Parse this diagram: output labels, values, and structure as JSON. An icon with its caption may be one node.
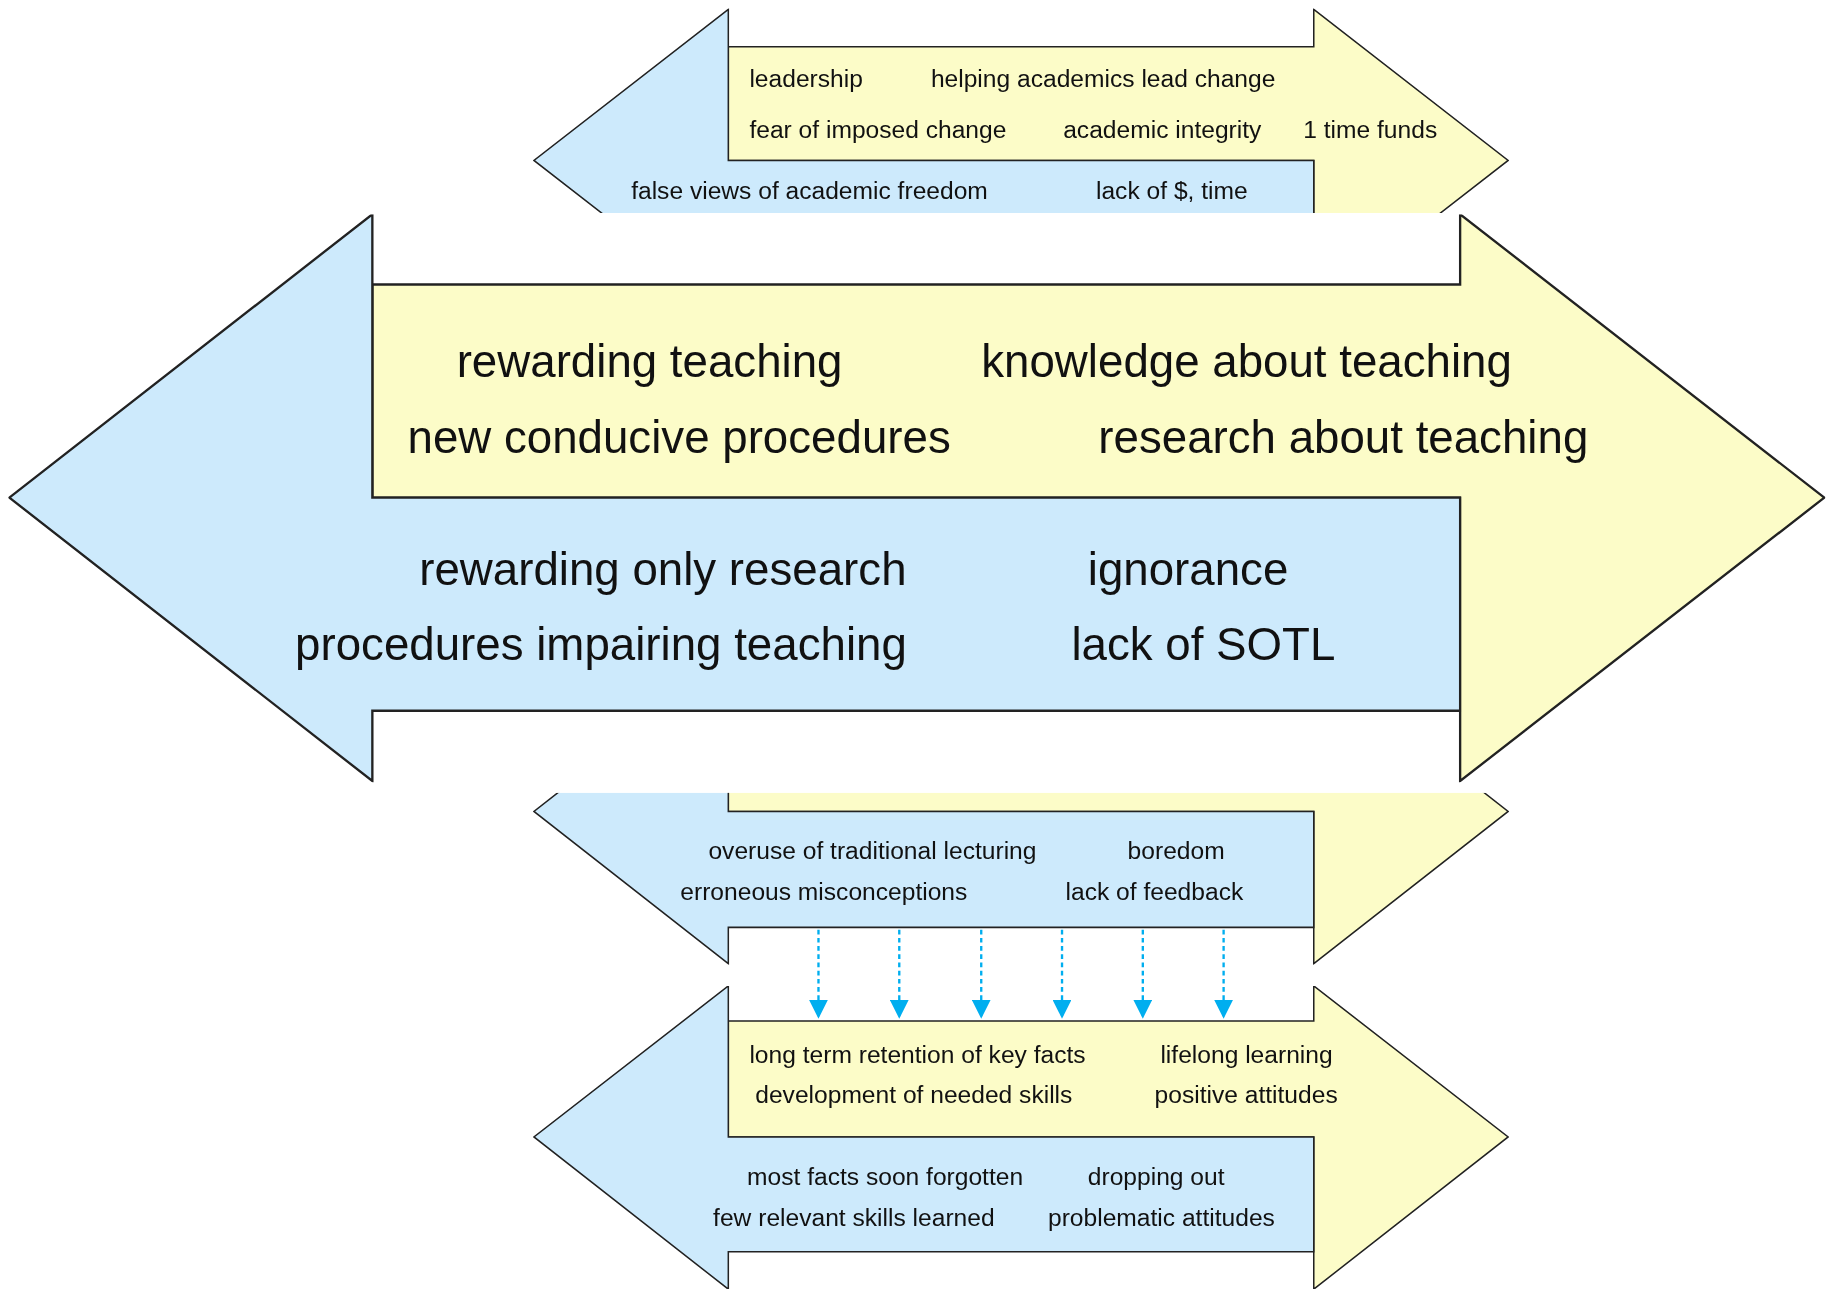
{
  "diagram": {
    "nodes": [
      {
        "text": [
          "leadership",
          "helping academics lead change",
          "fear of imposed change",
          "academic integrity",
          "1 time funds"
        ]
      },
      {
        "text": [
          "false views of academic freedom",
          "lack of $, time"
        ]
      },
      {
        "text": [
          "rewarding teaching",
          "knowledge about teaching",
          "new conducive procedures",
          "research about teaching"
        ]
      },
      {
        "text": [
          "rewarding only research",
          "ignorance",
          "procedures impairing teaching",
          "lack of SOTL"
        ]
      },
      {
        "text": [],
        "shape": "arrow"
      },
      {
        "text": [
          "overuse of traditional lecturing",
          "boredom",
          "erroneous misconceptions",
          "lack of feedback"
        ]
      },
      {
        "text": [
          "long term retention of key facts",
          "lifelong learning",
          "development of needed skills",
          "positive attitudes"
        ]
      },
      {
        "text": [
          "most facts soon forgotten",
          "dropping out",
          "few relevant skills learned",
          "problematic attitudes"
        ]
      }
    ],
    "edges": [
      {
        "from": 5,
        "to": 6,
        "arrow": "to",
        "style": "dashed"
      },
      {
        "from": 5,
        "to": 6,
        "arrow": "to",
        "style": "dashed"
      },
      {
        "from": 5,
        "to": 6,
        "arrow": "to",
        "style": "dashed"
      },
      {
        "from": 5,
        "to": 6,
        "arrow": "to",
        "style": "dashed"
      },
      {
        "from": 5,
        "to": 6,
        "arrow": "to",
        "style": "dashed"
      },
      {
        "from": 5,
        "to": 6,
        "arrow": "to",
        "style": "dashed"
      }
    ]
  }
}
